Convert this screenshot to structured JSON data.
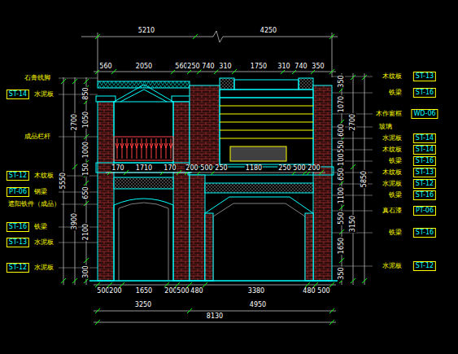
{
  "diagram": {
    "labels": [
      "5210",
      "4250",
      "560",
      "2050",
      "560",
      "250",
      "740",
      "310",
      "1750",
      "310",
      "740",
      "350",
      "170",
      "1710",
      "170",
      "200",
      "500",
      "250",
      "1180",
      "250",
      "500",
      "200",
      "500",
      "200",
      "1650",
      "200",
      "500",
      "480",
      "3380",
      "480",
      "500",
      "3250",
      "4950",
      "8130",
      "石膏线脚",
      "ST-14",
      "水泥板",
      "成品栏杆",
      "ST-12",
      "木纹板",
      "PT-06",
      "钢梁",
      "遮阳铁件（成品）",
      "ST-16",
      "铁梁",
      "ST-13",
      "水泥板",
      "ST-12",
      "水泥板",
      "5550",
      "2700",
      "3900",
      "850",
      "1050",
      "1000",
      "150",
      "650",
      "2100",
      "300",
      "木纹板",
      "ST-13",
      "铁梁",
      "ST-16",
      "木作窗框",
      "WD-06",
      "玻璃",
      "水泥板",
      "ST-14",
      "木纹板",
      "ST-14",
      "铁梁",
      "ST-16",
      "木纹板",
      "ST-13",
      "水泥板",
      "ST-12",
      "铁梁",
      "ST-16",
      "真石漆",
      "PT-06",
      "铁梁",
      "ST-16",
      "水泥板",
      "ST-12",
      "350",
      "1070",
      "600",
      "550",
      "100",
      "650",
      "1100",
      "550",
      "1650",
      "350",
      "2700",
      "3150",
      "5850"
    ]
  }
}
